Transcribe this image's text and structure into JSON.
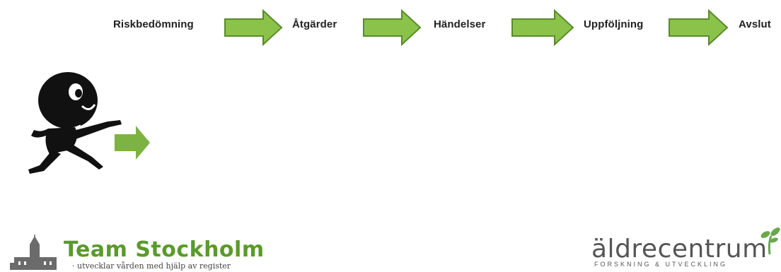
{
  "flow": {
    "steps": [
      "Riskbedömning",
      "Åtgärder",
      "Händelser",
      "Uppföljning",
      "Avslut"
    ]
  },
  "logos": {
    "team_stockholm": {
      "title": "Team Stockholm",
      "subtitle": "· utvecklar vården med hjälp av register"
    },
    "aldrecentrum": {
      "name": "äldrecentrum",
      "tagline": "FORSKNING & UTVECKLING"
    }
  },
  "colors": {
    "arrow_fill": "#8bc34a",
    "arrow_stroke": "#5a8a2a",
    "logo_green": "#5a9a2b",
    "figure": "#111111"
  },
  "icons": [
    "right-arrow-icon",
    "pointing-figure-icon",
    "castle-icon",
    "sprout-icon"
  ]
}
